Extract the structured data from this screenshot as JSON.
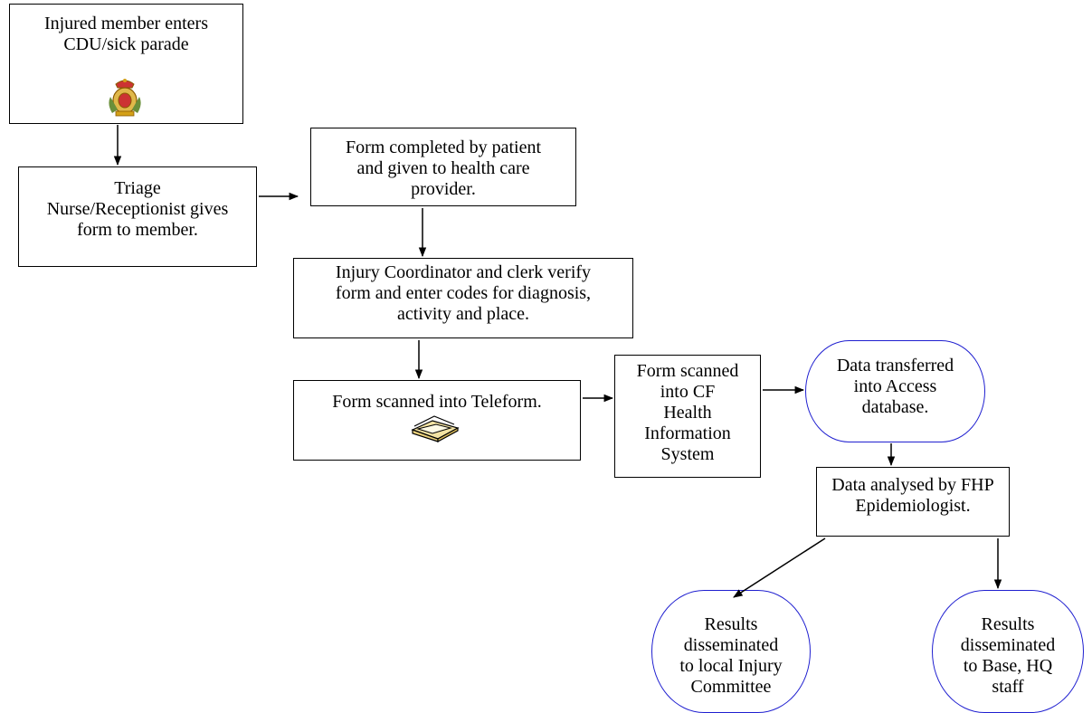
{
  "nodes": {
    "injured_member": "Injured member enters\nCDU/sick parade",
    "triage": "Triage\nNurse/Receptionist gives\nform to member.",
    "form_completed": "Form completed by patient\nand given to health care\nprovider.",
    "coordinator_verify": "Injury Coordinator  and clerk verify\nform and enter codes for diagnosis,\nactivity and place.",
    "teleform_scan": "Form scanned into Teleform.",
    "cf_his_scan": "Form scanned\ninto CF\nHealth\nInformation\nSystem",
    "access_transfer": "Data transferred\ninto Access\ndatabase.",
    "fhp_analysis": "Data analysed by FHP\nEpidemiologist.",
    "results_local": "Results\ndisseminated\nto local Injury\nCommittee",
    "results_base_hq": "Results\ndisseminated\nto Base, HQ\nstaff"
  },
  "icons": {
    "badge": "military-crest-icon",
    "scanner": "flatbed-scanner-icon"
  },
  "colors": {
    "terminal_border": "#1f1fd0",
    "box_border": "#000000",
    "arrow": "#000000"
  }
}
